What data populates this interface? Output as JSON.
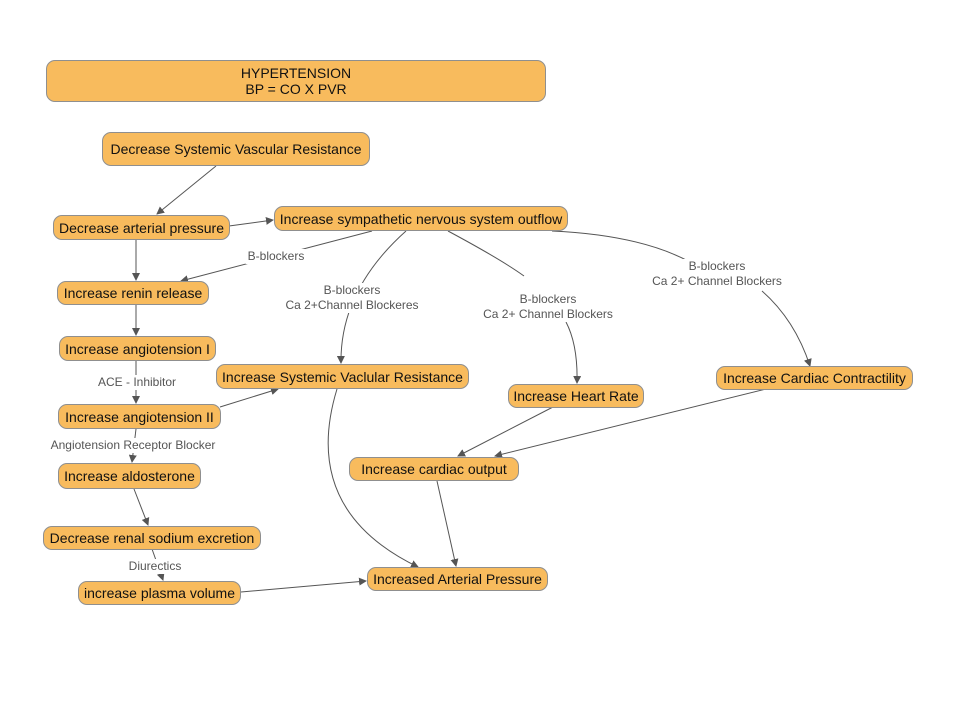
{
  "colors": {
    "node_fill": "#f8bb5d",
    "node_border": "#8f8f8f",
    "edge": "#555555",
    "label_text": "#555555"
  },
  "title": {
    "line1": "HYPERTENSION",
    "line2": "BP = CO X PVR"
  },
  "nodes": {
    "decrease_svr": "Decrease Systemic Vascular Resistance",
    "decrease_arterial_pressure": "Decrease arterial pressure",
    "increase_sympathetic": "Increase sympathetic nervous system outflow",
    "increase_renin": "Increase renin release",
    "increase_angiotensin_1": "Increase angiotension I",
    "increase_angiotensin_2": "Increase angiotension II",
    "increase_aldosterone": "Increase aldosterone",
    "decrease_renal_sodium": "Decrease renal sodium excretion",
    "increase_plasma_volume": "increase plasma volume",
    "increase_svr": "Increase Systemic Vaclular Resistance",
    "increase_heart_rate": "Increase Heart Rate",
    "increase_cardiac_contractility": "Increase Cardiac Contractility",
    "increase_cardiac_output": "Increase cardiac output",
    "increased_arterial_pressure": "Increased Arterial Pressure"
  },
  "edge_labels": {
    "b_blockers_renin": "B-blockers",
    "svr_line1": "B-blockers",
    "svr_line2": "Ca 2+Channel Blockeres",
    "hr_line1": "B-blockers",
    "hr_line2": "Ca 2+ Channel Blockers",
    "cc_line1": "B-blockers",
    "cc_line2": "Ca 2+ Channel Blockers",
    "ace_inhibitor": "ACE - Inhibitor",
    "arb": "Angiotension Receptor Blocker",
    "diuretics": "Diurectics"
  }
}
